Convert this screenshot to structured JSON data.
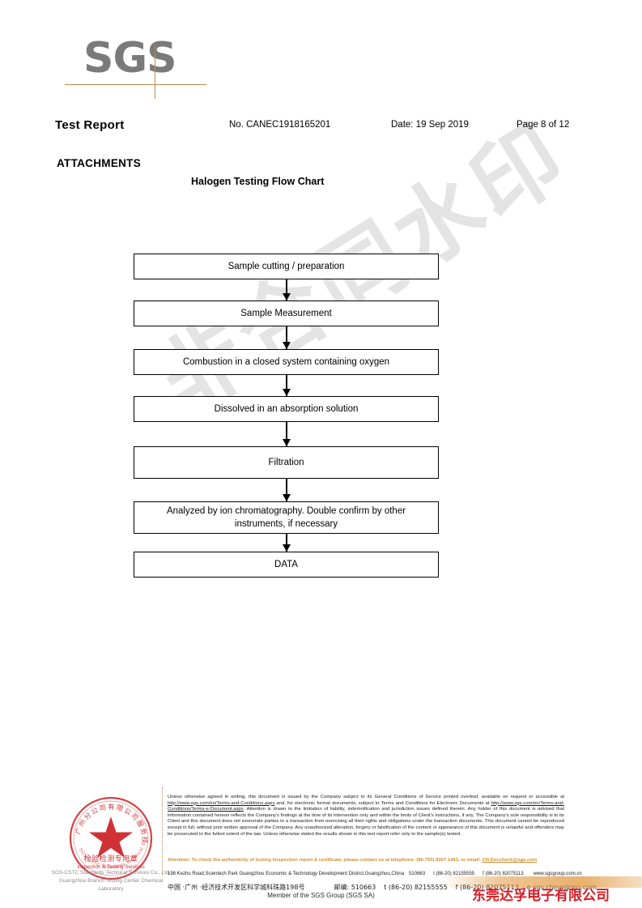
{
  "watermark": {
    "text": "非合同水印"
  },
  "logo": {
    "text": "SGS",
    "rule_color": "#c08b4a"
  },
  "header": {
    "title": "Test Report",
    "report_no": "No. CANEC1918165201",
    "date": "Date: 19 Sep 2019",
    "page": "Page 8 of 12"
  },
  "attachments": {
    "label": "ATTACHMENTS",
    "flow_title": "Halogen Testing Flow Chart"
  },
  "flowchart": {
    "type": "flow",
    "steps": [
      {
        "label": "Sample cutting / preparation",
        "size": "h-std"
      },
      {
        "label": "Sample Measurement",
        "size": "h-std"
      },
      {
        "label": "Combustion in a closed system containing  oxygen",
        "size": "h-std"
      },
      {
        "label": "Dissolved in an absorption solution",
        "size": "h-std"
      },
      {
        "label": "Filtration",
        "size": "h-tall"
      },
      {
        "label": "Analyzed by ion chromatography. Double confirm by other instruments, if necessary",
        "size": "h-tall"
      },
      {
        "label": "DATA",
        "size": "h-std"
      }
    ]
  },
  "seal": {
    "star_color": "#cc2026",
    "ring_color": "#cc2026",
    "cn_top": "广州分公司有限公司服务技术标准司",
    "cn_center": "检验检测专用章",
    "en_center": "Inspection & Testing Services",
    "cn_bottom": "SGS-CSTC Standards Technical Services",
    "label_line1": "SGS-CSTC Standards Technical Services Co., Ltd.",
    "label_line2": "Guangzhou Branch  Testing Center  Chemical Laboratory"
  },
  "legal": {
    "p1_a": "Unless otherwise agreed in writing, this document is issued by the Company subject to its General Conditions of Service printed overleaf, available on request or accessible at ",
    "url1": "http://www.sgs.com/en/Terms-and-Conditions.aspx",
    "p1_b": " and, for electronic format documents, subject to Terms and Conditions for Electronic Documents at ",
    "url2": "http://www.sgs.com/en/Terms-and-Conditions/Terms-e-Document.aspx",
    "p1_c": ". Attention is drawn to the limitation of liability, indemnification and jurisdiction issues defined therein. Any holder of this document is advised that information contained hereon reflects the Company's findings at the time of its intervention only and within the limits of Client's instructions, if any. The Company's sole responsibility is to its Client and this document does not exonerate parties to a transaction from exercising all their rights and obligations under the transaction documents. This document cannot be reproduced except in full, without prior written approval of the Company. Any unauthorized alteration, forgery or falsification of the content or appearance of this document is unlawful and offenders may be prosecuted to the fullest extent of the law. Unless otherwise stated the results shown in this test report refer only to the sample(s) tested .",
    "attention_a": "Attention: To check the authenticity of testing /inspection report & certificate, please contact us at telephone: (86-755) 8307 1443, or email: ",
    "attention_email": "CN.Doccheck@sgs.com",
    "accent_color": "#d08b2c"
  },
  "address": {
    "en_text": "198 Kezhu Road,Scientech Park Guangzhou Economic & Technology Development District,Guangzhou,China",
    "en_postcode": "510663",
    "en_tel": "t (86-20) 82155555",
    "en_fax": "f (86-20) 82075113",
    "en_web": "www.sgsgroup.com.cn",
    "cn_text": "中国 ·广州 ·经济技术开发区科学城科珠路198号",
    "cn_postcode_label": "邮编: 510663",
    "cn_tel": "t (86-20) 82155555",
    "cn_fax": "f (86-20) 82075113",
    "cn_email": "e sgs.china@sgs.com"
  },
  "footer": {
    "member_line": "Member of the SGS Group (SGS SA)",
    "red_company": "东莞达孚电子有限公司",
    "red_color": "#d71d24"
  }
}
